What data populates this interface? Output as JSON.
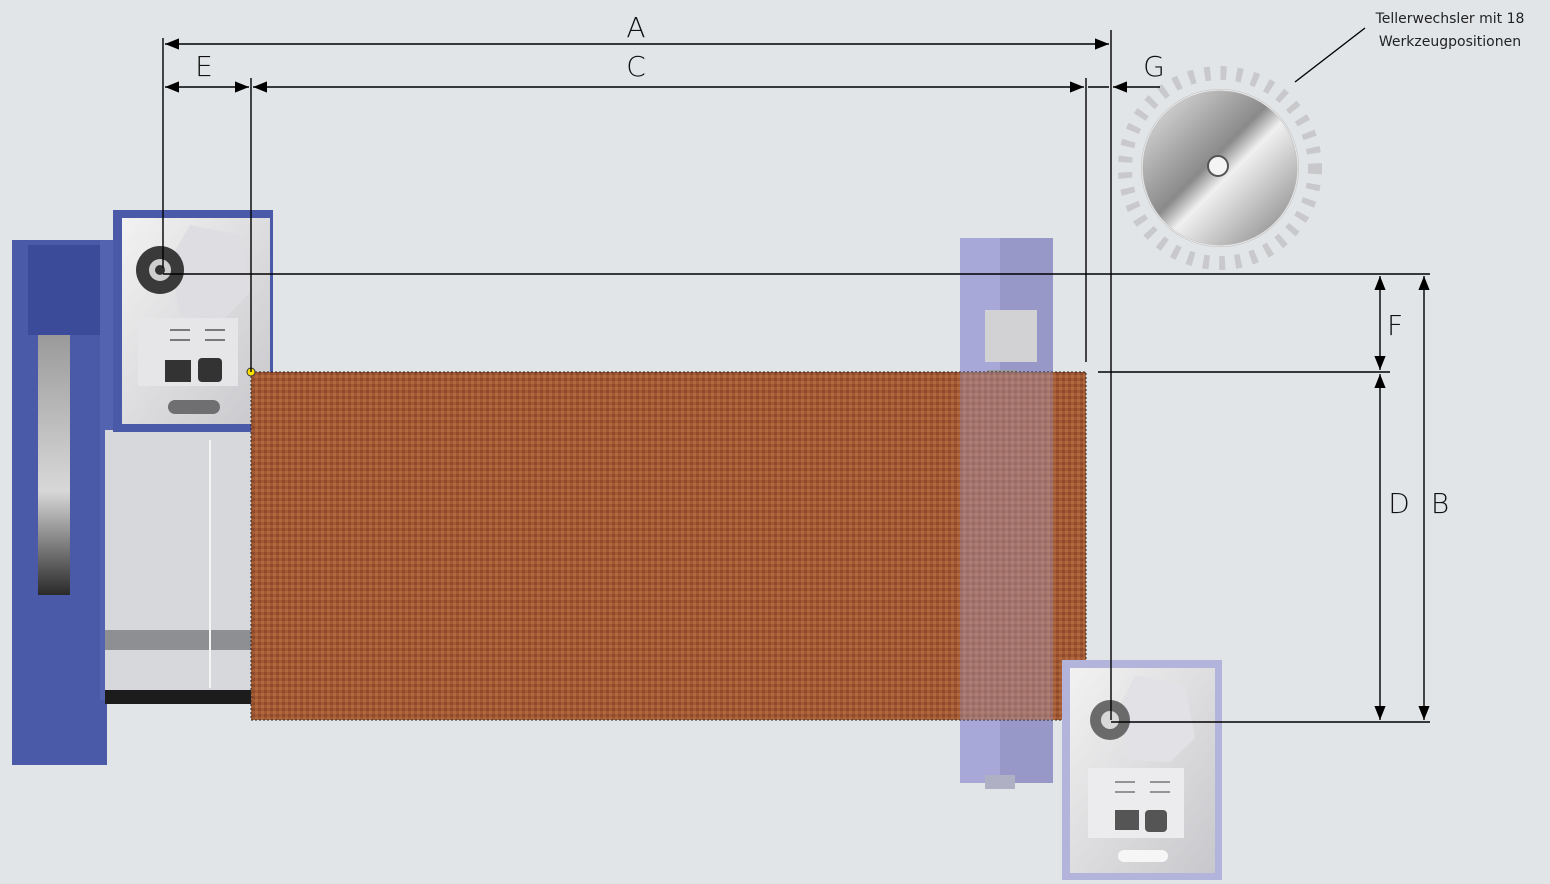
{
  "colors": {
    "background": "#e2e5e8",
    "frame_blue": "#4a5aa8",
    "frame_blue_dark": "#2f3f8c",
    "frame_light": "#a7a8d8",
    "workpiece_fill": "#a15a34",
    "dimension_line": "#000000",
    "panel_grey": "#d9dadd"
  },
  "dimensions": {
    "A": "A",
    "B": "B",
    "C": "C",
    "D": "D",
    "E": "E",
    "F": "F",
    "G": "G"
  },
  "annotation": {
    "line1": "Tellerwechsler mit 18",
    "line2": "Werkzeugpositionen"
  },
  "tool_changer": {
    "positions": 18,
    "icon": "saw-blade-icon"
  },
  "machine": {
    "left_head_icon": "machining-head-icon",
    "right_head_icon": "machining-head-icon",
    "workpiece": "workpiece-panel"
  }
}
